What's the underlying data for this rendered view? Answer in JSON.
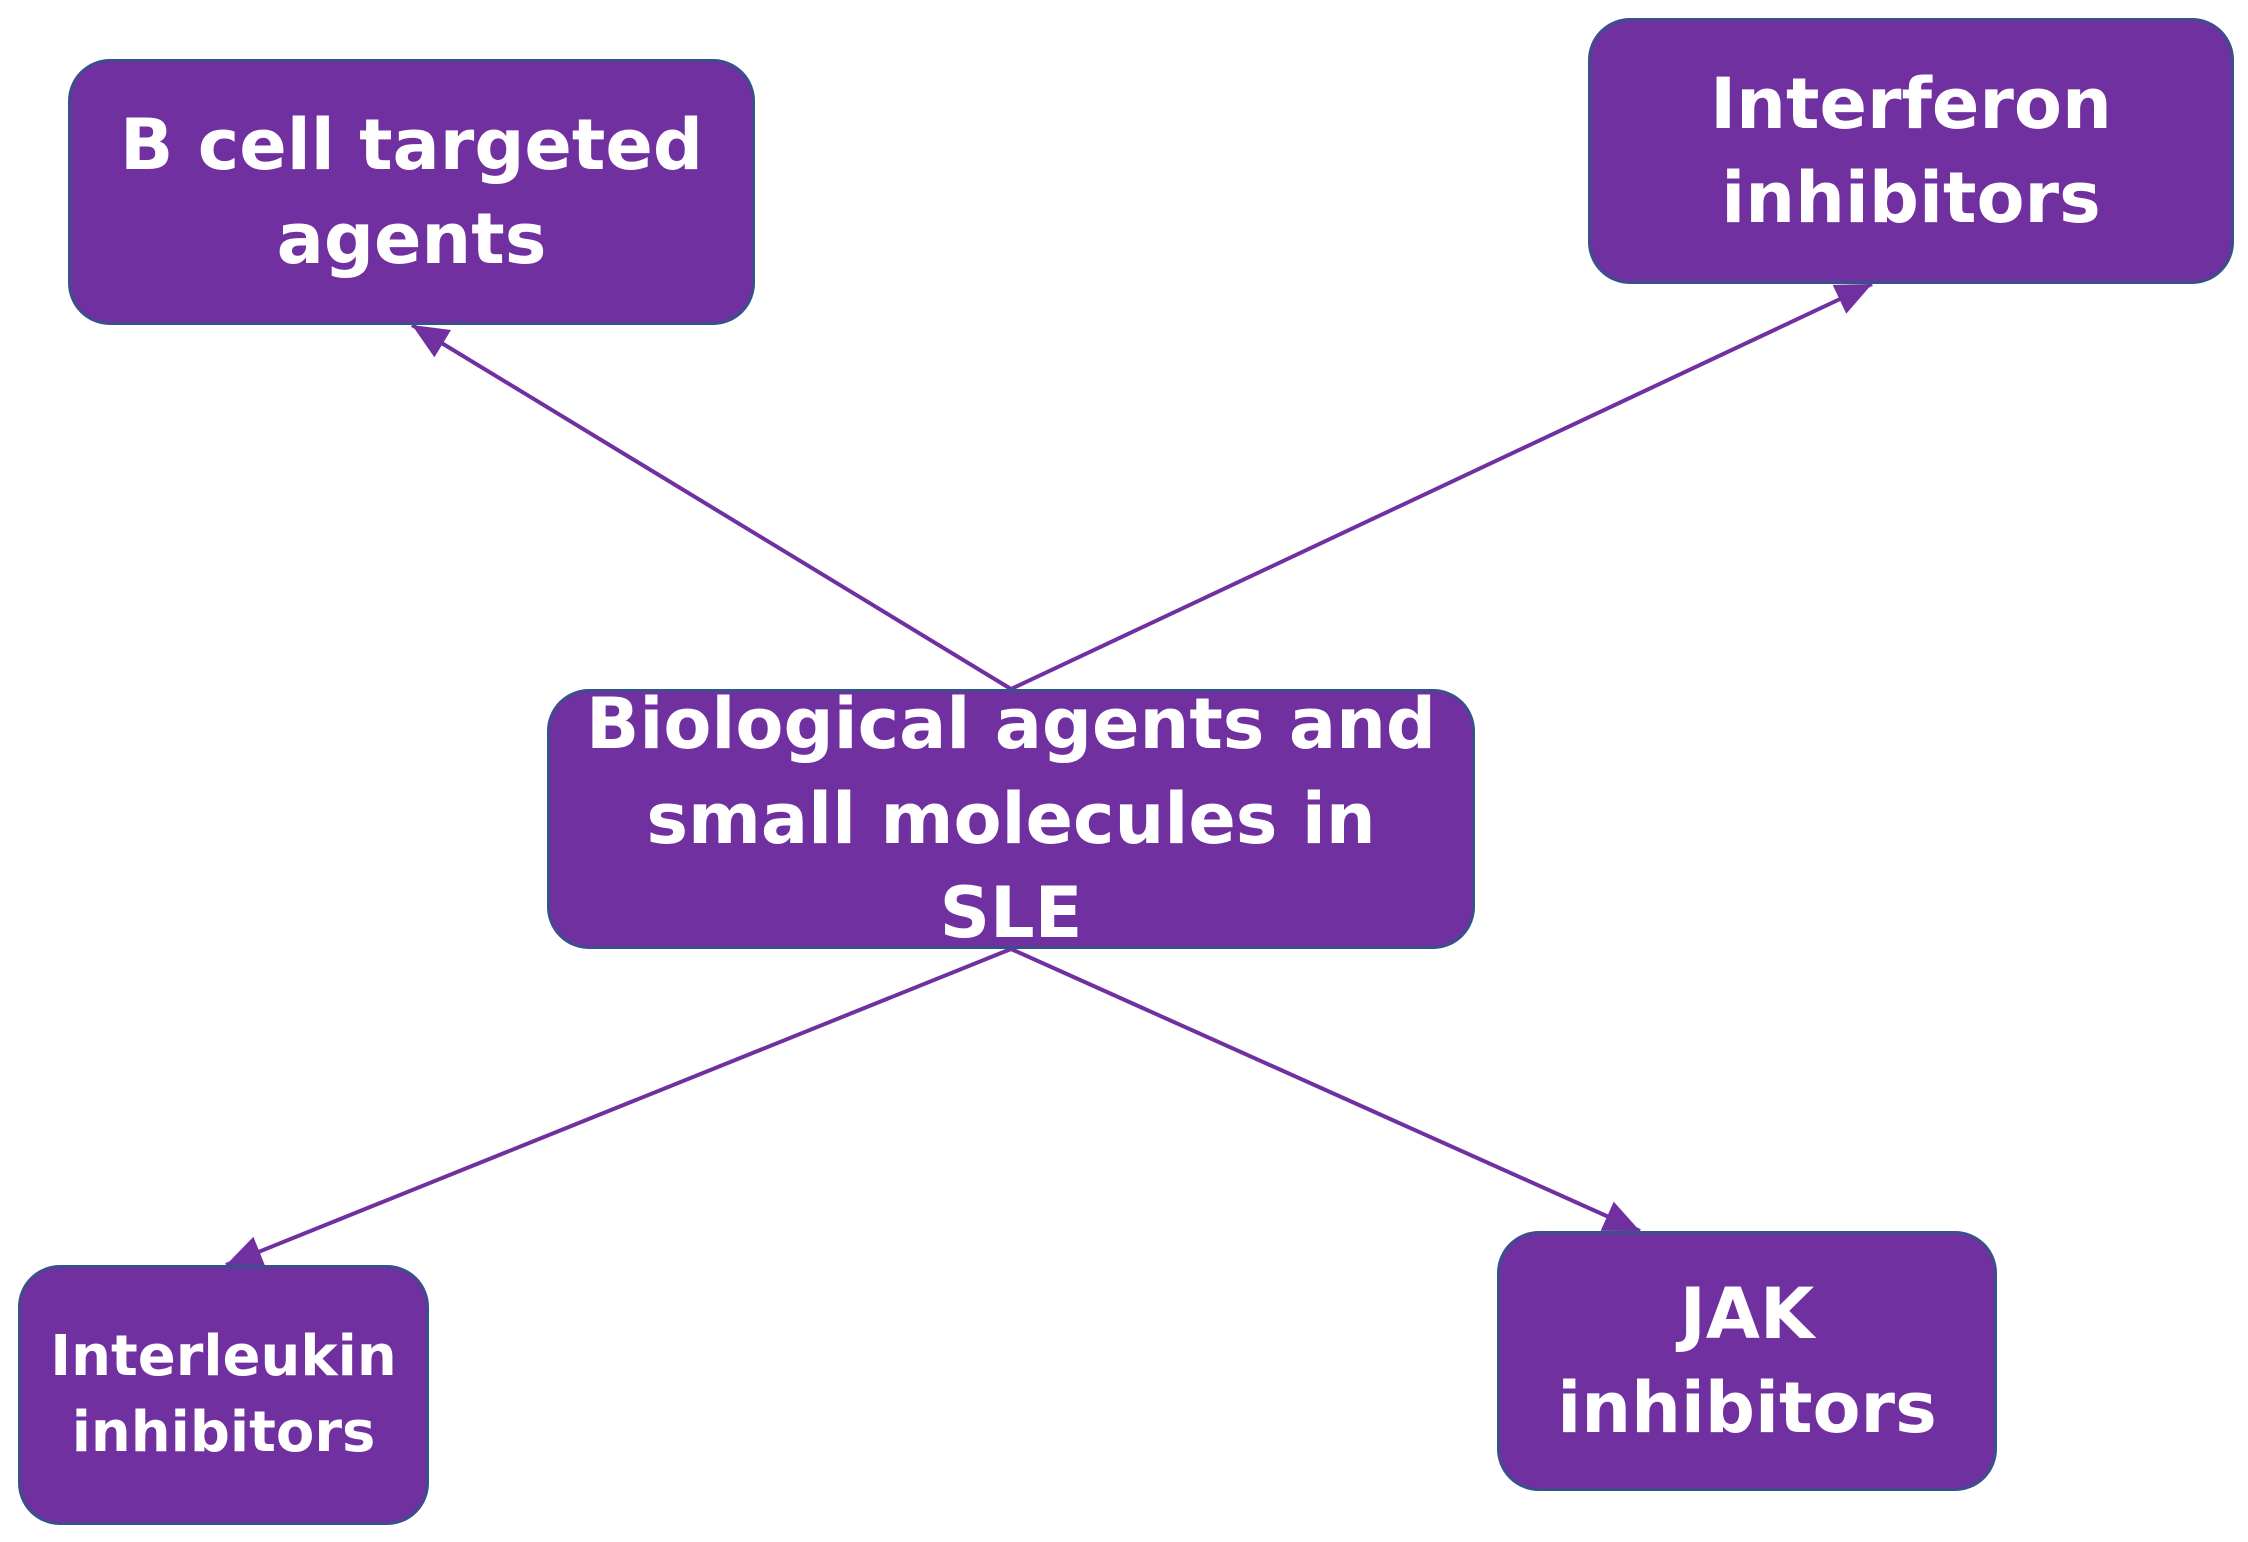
{
  "colors": {
    "node_fill": "#7030a0",
    "node_text": "#ffffff",
    "connector": "#7030a0",
    "node_border": "#3a4f8c"
  },
  "nodes": {
    "center": {
      "lines": [
        "Biological agents and",
        "small molecules in SLE"
      ]
    },
    "bcell": {
      "lines": [
        "B cell targeted",
        "agents"
      ]
    },
    "interferon": {
      "lines": [
        "Interferon",
        "inhibitors"
      ]
    },
    "interleukin": {
      "lines": [
        "Interleukin",
        "inhibitors"
      ]
    },
    "jak": {
      "lines": [
        "JAK",
        "inhibitors"
      ]
    }
  }
}
